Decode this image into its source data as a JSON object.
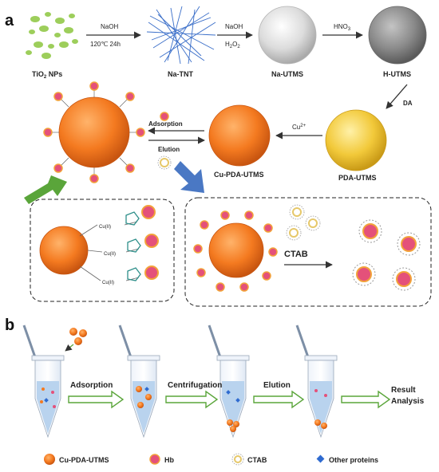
{
  "panel_a": {
    "label": "a",
    "stages": {
      "tio2": {
        "name": "TiO",
        "sub": "2",
        "suffix": " NPs"
      },
      "na_tnt": "Na-TNT",
      "na_utms": "Na-UTMS",
      "h_utms": "H-UTMS",
      "pda_utms": "PDA-UTMS",
      "cu_pda_utms": "Cu-PDA-UTMS"
    },
    "arrows": {
      "naoh_1": "NaOH",
      "conditions_1": "120℃  24h",
      "naoh_2": "NaOH",
      "h2o2": {
        "base": "H",
        "sub": "2",
        "mid": "O",
        "sub2": "2"
      },
      "hno3": {
        "base": "HNO",
        "sub": "3"
      },
      "da": "DA",
      "cu": {
        "base": "Cu",
        "sup": "2+"
      },
      "adsorption": "Adsorption",
      "elution": "Elution"
    },
    "inset_left": {
      "bond_labels": [
        "Cu(II)",
        "Cu(II)",
        "Cu(II)"
      ]
    },
    "inset_right": {
      "ctab_label": "CTAB"
    }
  },
  "panel_b": {
    "label": "b",
    "steps": [
      "Adsorption",
      "Centrifugation",
      "Elution"
    ],
    "result": [
      "Result",
      "Analysis"
    ],
    "legend": [
      "Cu-PDA-UTMS",
      "Hb",
      "CTAB",
      "Other proteins"
    ]
  },
  "colors": {
    "orange": "#f47a20",
    "gold": "#f2c93a",
    "grey_light": "#dcdcdc",
    "grey_dark": "#8a8a8a",
    "blue_fiber": "#3b6fc9",
    "green_np": "#8cc63f",
    "green_arrow": "#5aa53a",
    "blue_arrow": "#4a78c4",
    "tube_liquid": "#b9d3ee",
    "protein_blue": "#2f6bd0"
  }
}
